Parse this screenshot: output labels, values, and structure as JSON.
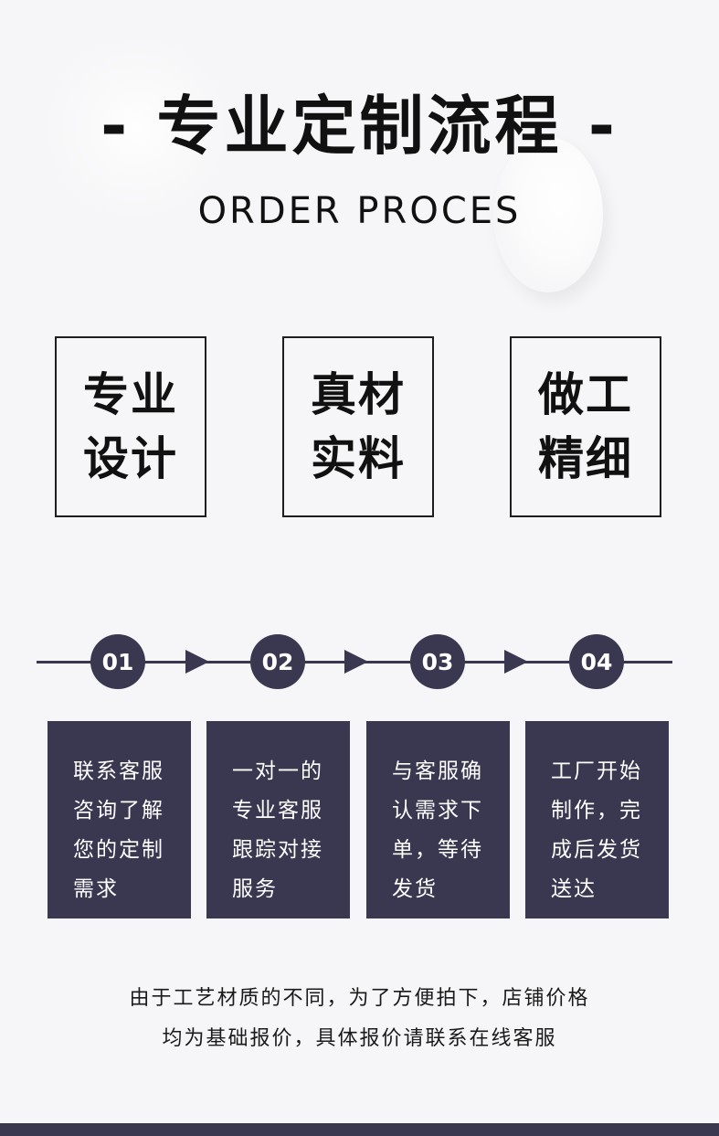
{
  "header": {
    "title": "- 专业定制流程 -",
    "subtitle": "ORDER PROCES"
  },
  "features": [
    {
      "line1": "专业",
      "line2": "设计"
    },
    {
      "line1": "真材",
      "line2": "实料"
    },
    {
      "line1": "做工",
      "line2": "精细"
    }
  ],
  "steps": [
    {
      "number": "01",
      "lines": [
        "联系客服",
        "咨询了解",
        "您的定制",
        "需求"
      ]
    },
    {
      "number": "02",
      "lines": [
        "一对一的",
        "专业客服",
        "跟踪对接",
        "服务"
      ]
    },
    {
      "number": "03",
      "lines": [
        "与客服确",
        "认需求下",
        "单，等待",
        "发货"
      ]
    },
    {
      "number": "04",
      "lines": [
        "工厂开始",
        "制作，完",
        "成后发货",
        "送达"
      ]
    }
  ],
  "note": {
    "line1": "由于工艺材质的不同，为了方便拍下，店铺价格",
    "line2": "均为基础报价，具体报价请联系在线客服"
  },
  "colors": {
    "accent": "#3a3751",
    "background": "#f6f5f7",
    "text": "#111111"
  },
  "icons": [
    "arrow-right-icon"
  ]
}
